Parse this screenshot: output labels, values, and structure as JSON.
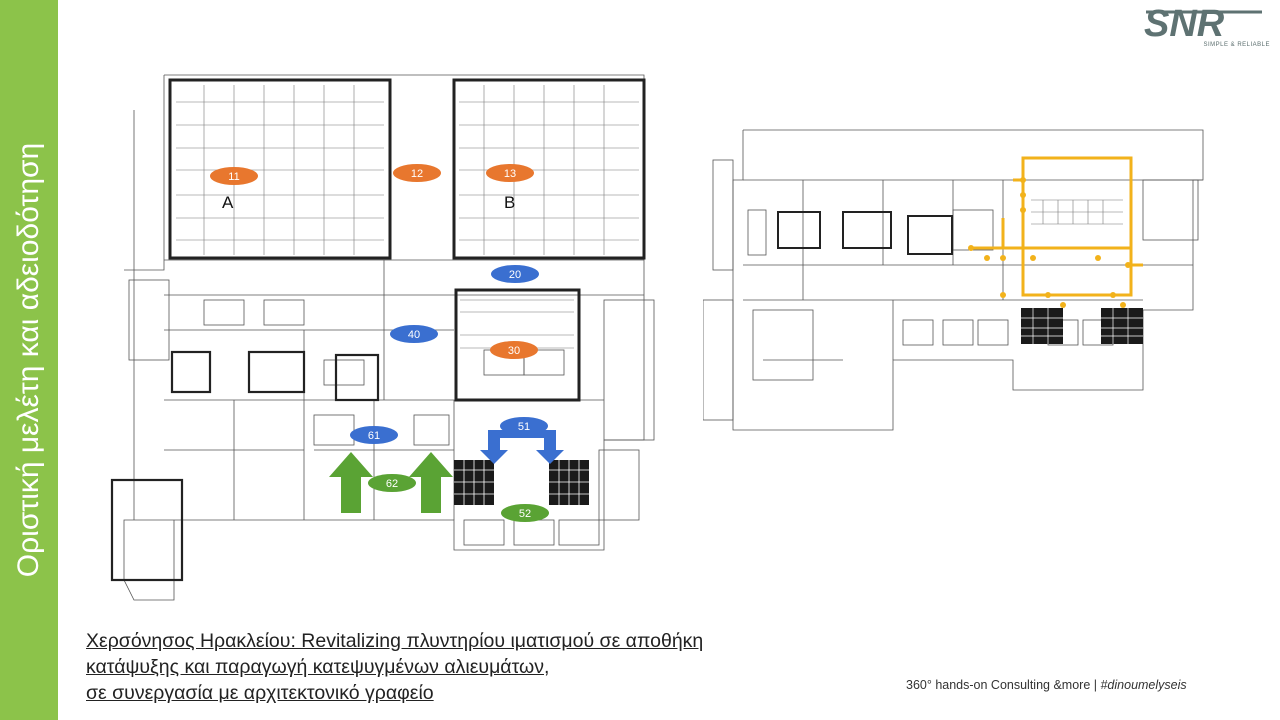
{
  "sidebar": {
    "title": "Οριστική μελέτη και αδειοδότηση"
  },
  "logo": {
    "text": "SNR",
    "tagline": "SIMPLE & RELIABLE"
  },
  "main_plan": {
    "zone_labels": [
      "A",
      "B"
    ],
    "markers": [
      {
        "label": "11",
        "color": "#e8772e"
      },
      {
        "label": "12",
        "color": "#e8772e"
      },
      {
        "label": "13",
        "color": "#e8772e"
      },
      {
        "label": "20",
        "color": "#3a6fd0"
      },
      {
        "label": "30",
        "color": "#e8772e"
      },
      {
        "label": "40",
        "color": "#3a6fd0"
      },
      {
        "label": "51",
        "color": "#3a6fd0"
      },
      {
        "label": "52",
        "color": "#5aa334"
      },
      {
        "label": "61",
        "color": "#3a6fd0"
      },
      {
        "label": "62",
        "color": "#5aa334"
      }
    ]
  },
  "caption": {
    "line1": "Χερσόνησος Ηρακλείου: Revitalizing πλυντηρίου ιματισμού σε αποθήκη",
    "line2": "κατάψυξης και παραγωγή κατεψυγμένων αλιευμάτων,",
    "line3": "σε συνεργασία με αρχιτεκτονικό γραφείο"
  },
  "footer": {
    "text": "360° hands-on Consulting &more | ",
    "hashtag": "#dinoumelyseis"
  },
  "colors": {
    "sidebar": "#8cc34a",
    "highlight": "#f2b21b",
    "orange": "#e8772e",
    "blue": "#3a6fd0",
    "green": "#5aa334"
  }
}
